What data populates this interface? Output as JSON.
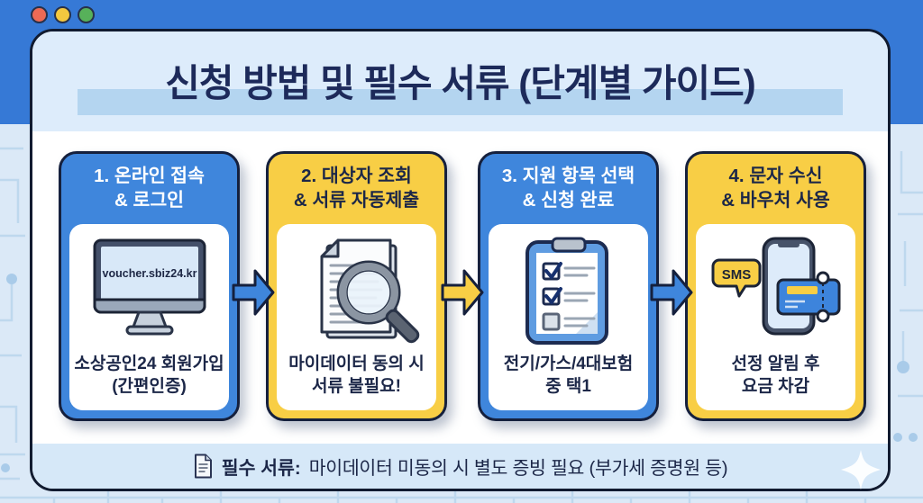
{
  "colors": {
    "background_blue": "#3679D6",
    "panel_light_blue": "#DDECFB",
    "accent_blue": "#3F86DC",
    "accent_yellow": "#F8CE45",
    "navy_text": "#1C2748"
  },
  "window_controls": {
    "close": "red-dot",
    "minimize": "yellow-dot",
    "zoom": "green-dot"
  },
  "header": {
    "title": "신청 방법 및 필수 서류 (단계별 가이드)"
  },
  "steps": [
    {
      "header_line1": "1. 온라인 접속",
      "header_line2": "& 로그인",
      "theme": "blue",
      "icon": "monitor-icon",
      "screen_text": "voucher.sbiz24.kr",
      "caption_line1": "소상공인24 회원가입",
      "caption_line2": "(간편인증)"
    },
    {
      "header_line1": "2. 대상자 조회",
      "header_line2": "& 서류 자동제출",
      "theme": "yellow",
      "icon": "document-search-icon",
      "caption_line1": "마이데이터 동의 시",
      "caption_line2": "서류 불필요!"
    },
    {
      "header_line1": "3. 지원 항목 선택",
      "header_line2": "& 신청 완료",
      "theme": "blue",
      "icon": "checklist-icon",
      "caption_line1": "전기/가스/4대보험",
      "caption_line2": "중 택1"
    },
    {
      "header_line1": "4. 문자 수신",
      "header_line2": "& 바우처 사용",
      "theme": "yellow",
      "icon": "phone-sms-icon",
      "badge_text": "SMS",
      "caption_line1": "선정 알림 후",
      "caption_line2": "요금 차감"
    }
  ],
  "arrows": [
    {
      "direction": "right",
      "color": "#3F86DC"
    },
    {
      "direction": "right",
      "color": "#F8CE45"
    },
    {
      "direction": "right",
      "color": "#3F86DC"
    }
  ],
  "footer": {
    "label": "필수 서류:",
    "text": "마이데이터 미동의 시 별도 증빙 필요 (부가세 증명원 등)"
  }
}
